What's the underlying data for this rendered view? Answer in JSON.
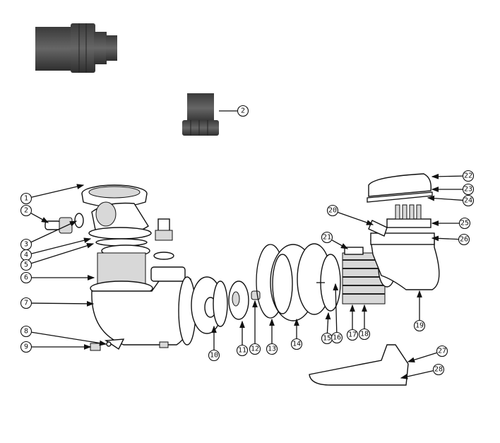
{
  "top_callout": "2",
  "callouts": [
    "1",
    "2",
    "3",
    "4",
    "5",
    "6",
    "7",
    "8",
    "9",
    "10",
    "11",
    "12",
    "13",
    "14",
    "15",
    "16",
    "17",
    "18",
    "19",
    "20",
    "21",
    "22",
    "23",
    "24",
    "25",
    "26",
    "27",
    "28"
  ]
}
